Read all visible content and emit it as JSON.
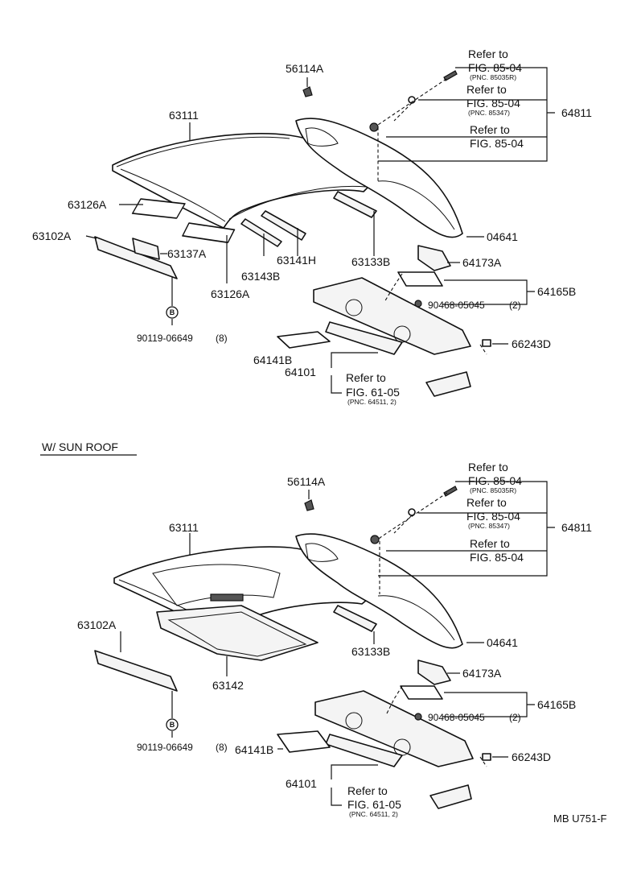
{
  "top": {
    "labels": {
      "p56114A": "56114A",
      "p63111": "63111",
      "p63126A_1": "63126A",
      "p63102A": "63102A",
      "p63137A": "63137A",
      "p63126A_2": "63126A",
      "p63143B": "63143B",
      "p63141H": "63141H",
      "p63133B": "63133B",
      "p04641": "04641",
      "p64811": "64811",
      "p64173A": "64173A",
      "p64165B": "64165B",
      "p90468": "90468-05045",
      "p90468_qty": "(2)",
      "p66243D": "66243D",
      "p64141B": "64141B",
      "p64101": "64101",
      "p90119": "90119-06649",
      "p90119_qty": "(8)",
      "bolt_marker": "B"
    },
    "refs": {
      "r1_line1": "Refer to",
      "r1_line2": "FIG. 85-04",
      "r1_pnc": "(PNC. 85035R)",
      "r2_line1": "Refer to",
      "r2_line2": "FIG. 85-04",
      "r2_pnc": "(PNC. 85347)",
      "r3_line1": "Refer to",
      "r3_line2": "FIG. 85-04",
      "r4_line1": "Refer to",
      "r4_line2": "FIG. 61-05",
      "r4_pnc": "(PNC. 64511, 2)"
    }
  },
  "section_title": "W/ SUN ROOF",
  "bottom": {
    "labels": {
      "p56114A": "56114A",
      "p63111": "63111",
      "p63102A": "63102A",
      "p63142": "63142",
      "p63133B": "63133B",
      "p04641": "04641",
      "p64811": "64811",
      "p64173A": "64173A",
      "p64165B": "64165B",
      "p90468": "90468-05045",
      "p90468_qty": "(2)",
      "p66243D": "66243D",
      "p64141B": "64141B",
      "p64101": "64101",
      "p90119": "90119-06649",
      "p90119_qty": "(8)",
      "bolt_marker": "B"
    },
    "refs": {
      "r1_line1": "Refer to",
      "r1_line2": "FIG. 85-04",
      "r1_pnc": "(PNC. 85035R)",
      "r2_line1": "Refer to",
      "r2_line2": "FIG. 85-04",
      "r2_pnc": "(PNC. 85347)",
      "r3_line1": "Refer to",
      "r3_line2": "FIG. 85-04",
      "r4_line1": "Refer to",
      "r4_line2": "FIG. 61-05",
      "r4_pnc": "(PNC. 64511, 2)"
    }
  },
  "footer_code": "MB U751-F"
}
